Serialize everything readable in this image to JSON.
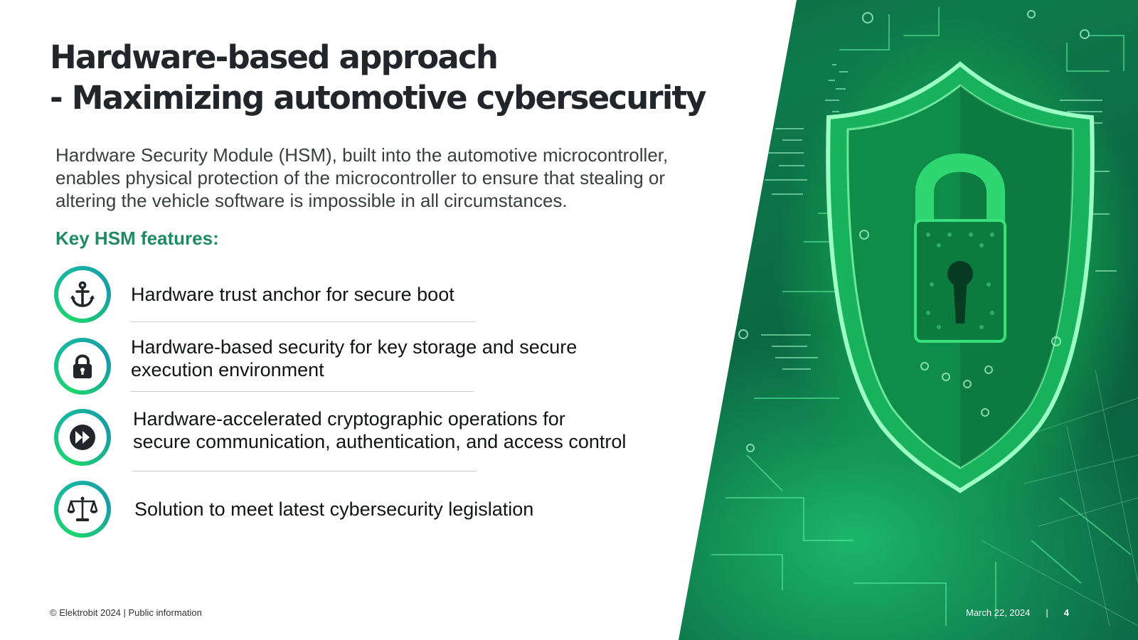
{
  "title": {
    "line1": "Hardware-based approach",
    "line2": "- Maximizing automotive cybersecurity"
  },
  "intro": {
    "line1": "Hardware Security Module (HSM), built into the automotive microcontroller,",
    "line2": "enables physical protection of the microcontroller to ensure that stealing or",
    "line3": "altering the vehicle software is impossible in all circumstances."
  },
  "features_heading": "Key HSM features:",
  "features": [
    {
      "icon": "anchor-icon",
      "lines": [
        "Hardware trust anchor for secure boot"
      ]
    },
    {
      "icon": "padlock-icon",
      "lines": [
        "Hardware-based security for key storage and secure",
        "execution environment"
      ]
    },
    {
      "icon": "fast-forward-icon",
      "lines": [
        "Hardware-accelerated cryptographic operations for",
        "secure communication, authentication, and access control"
      ]
    },
    {
      "icon": "scales-icon",
      "lines": [
        "Solution to meet latest cybersecurity legislation"
      ]
    }
  ],
  "footer": {
    "copyright": "© Elektrobit 2024 | Public information",
    "date": "March 22, 2024",
    "separator": "|",
    "page_number": "4"
  },
  "colors": {
    "title": "#22252a",
    "accent_heading": "#1f8a66",
    "badge_gradient": [
      "#1cd66b",
      "#18b7a0"
    ],
    "hero_green": "#13a552"
  }
}
